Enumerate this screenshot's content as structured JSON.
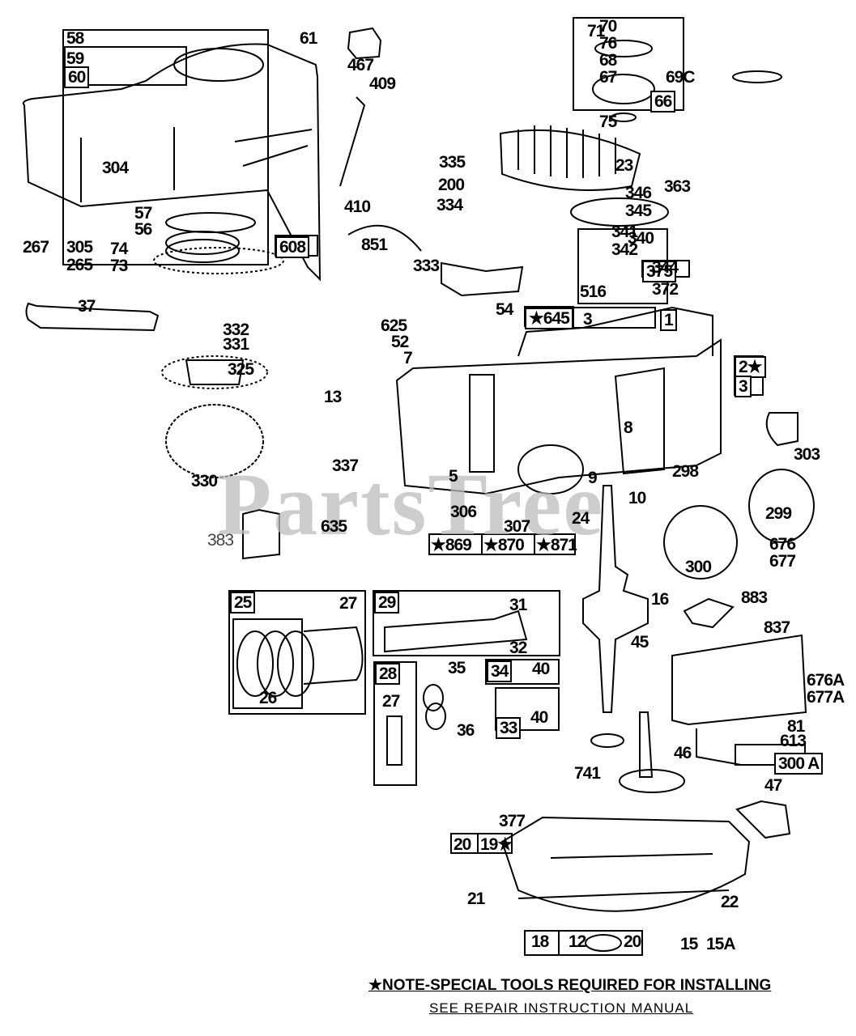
{
  "watermark": "PartsTree",
  "note": {
    "line1": "★NOTE-SPECIAL TOOLS REQUIRED  FOR INSTALLING",
    "line2": "SEE REPAIR INSTRUCTION MANUAL"
  },
  "parts": {
    "blower_housing": [
      "58",
      "59",
      "60",
      "61",
      "304",
      "57",
      "56",
      "608",
      "267",
      "305",
      "265",
      "74",
      "73"
    ],
    "governor_linkage": [
      "467",
      "409",
      "410"
    ],
    "starter_clutch": [
      "71",
      "70",
      "76",
      "68",
      "67",
      "66",
      "69C",
      "75"
    ],
    "flywheel_ignition": [
      "335",
      "23",
      "200",
      "334",
      "346",
      "345",
      "851",
      "333",
      "340",
      "341",
      "342",
      "375",
      "344",
      "372",
      "516",
      "363"
    ],
    "misc": [
      "37",
      "332",
      "331",
      "325",
      "330",
      "383",
      "625",
      "52",
      "7",
      "54",
      "13",
      "337",
      "635"
    ],
    "cylinder": [
      "★645",
      "3",
      "1",
      "2★",
      "3",
      "8",
      "5",
      "9",
      "10",
      "306",
      "307",
      "24",
      "★869",
      "★870",
      "★871",
      "298",
      "299",
      "303",
      "300",
      "676",
      "677"
    ],
    "piston_rod_valves": [
      "25",
      "27",
      "26",
      "29",
      "31",
      "32",
      "28",
      "27",
      "35",
      "34",
      "40",
      "36",
      "33",
      "40"
    ],
    "crank_cam": [
      "16",
      "45",
      "883",
      "837",
      "676A",
      "677A",
      "81",
      "613",
      "300 A",
      "46",
      "741",
      "47"
    ],
    "sump": [
      "377",
      "20",
      "19★",
      "21",
      "22",
      "18",
      "12",
      "20",
      "15",
      "15A"
    ]
  }
}
